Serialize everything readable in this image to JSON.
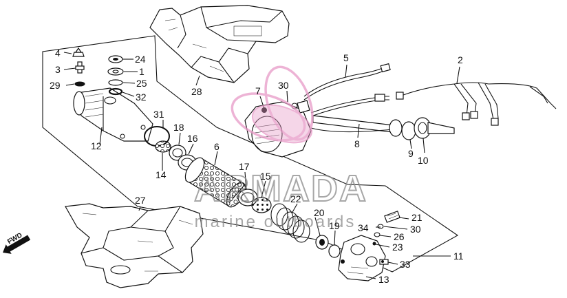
{
  "watermark": {
    "brand": "ARMADA",
    "tagline": "marine outboards",
    "brand_color": "#8a8a8a",
    "logo_color": "#e89ac8"
  },
  "fwd_label": "FWD",
  "callouts": {
    "p1": "1",
    "p2": "2",
    "p3": "3",
    "p4": "4",
    "p5": "5",
    "p6": "6",
    "p7": "7",
    "p8": "8",
    "p9": "9",
    "p10": "10",
    "p11": "11",
    "p12": "12",
    "p13": "13",
    "p14": "14",
    "p15": "15",
    "p16": "16",
    "p17": "17",
    "p18": "18",
    "p19": "19",
    "p20": "20",
    "p21": "21",
    "p22": "22",
    "p23": "23",
    "p24": "24",
    "p25": "25",
    "p26": "26",
    "p27": "27",
    "p28": "28",
    "p29": "29",
    "p30a": "30",
    "p30b": "30",
    "p31": "31",
    "p32": "32",
    "p33": "33",
    "p34": "34"
  }
}
